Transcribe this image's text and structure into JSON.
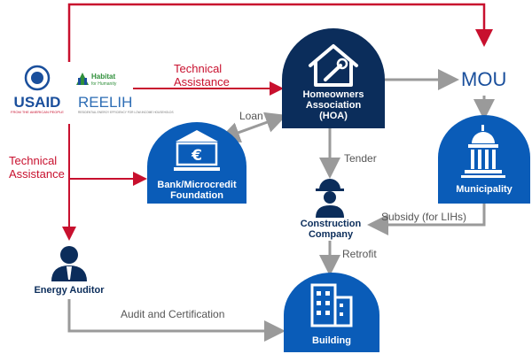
{
  "logos": {
    "usaid": {
      "name": "USAID",
      "tagline": "FROM THE AMERICAN PEOPLE"
    },
    "habitat": {
      "line1": "Habitat",
      "line2": "for Humanity",
      "program": "REELIH",
      "tagline": "RESIDENTIAL ENERGY EFFICIENCY FOR LOW-INCOME HOUSEHOLDS"
    }
  },
  "nodes": {
    "hoa": "Homeowners Association (HOA)",
    "mou": "MOU",
    "bank": "Bank/Microcredit Foundation",
    "municipality": "Municipality",
    "construction": "Construction Company",
    "energy_auditor": "Energy Auditor",
    "building": "Building"
  },
  "edges": {
    "ta_hoa": "Technical Assistance",
    "ta_bank": "Technical Assistance",
    "loan": "Loan",
    "tender": "Tender",
    "subsidy": "Subsidy (for LIHs)",
    "retrofit": "Retrofit",
    "audit": "Audit and Certification"
  },
  "colors": {
    "red": "#c8102e",
    "blue": "#0a5cb8",
    "navy": "#0b2d5b",
    "gray": "#9a9a9a"
  }
}
